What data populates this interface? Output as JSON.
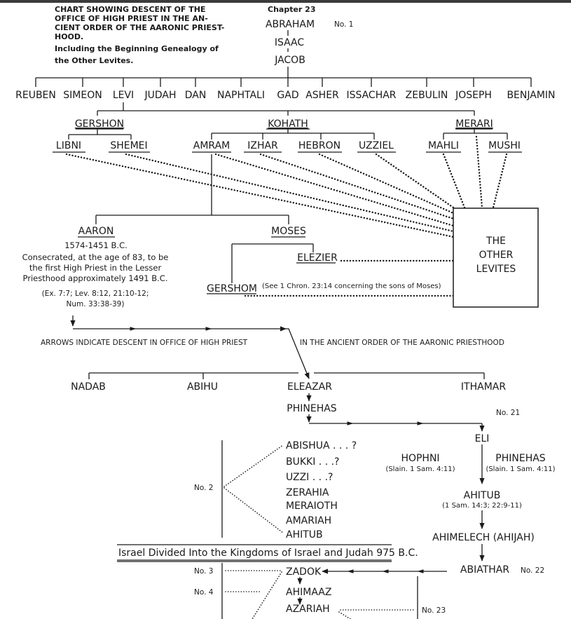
{
  "header": {
    "title_lines": [
      "CHART SHOWING DESCENT OF THE",
      "OFFICE OF HIGH PRIEST IN THE AN-",
      "CIENT ORDER OF THE AARONIC PRIEST-",
      "HOOD."
    ],
    "subtitle_lines": [
      "Including the Beginning Genealogy of",
      "the Other Levites."
    ],
    "chapter": "Chapter 23"
  },
  "patriarchs": {
    "abraham": "ABRAHAM",
    "abraham_number": "No. 1",
    "isaac": "ISAAC",
    "jacob": "JACOB"
  },
  "tribes": [
    "REUBEN",
    "SIMEON",
    "LEVI",
    "JUDAH",
    "DAN",
    "NAPHTALI",
    "GAD",
    "ASHER",
    "ISSACHAR",
    "ZEBULIN",
    "JOSEPH",
    "BENJAMIN"
  ],
  "levi_sons": {
    "gershon": "GERSHON",
    "kohath": "KOHATH",
    "merari": "MERARI"
  },
  "grandsons": {
    "libni": "LIBNI",
    "shemei": "SHEMEI",
    "amram": "AMRAM",
    "izhar": "IZHAR",
    "hebron": "HEBRON",
    "uzziel": "UZZIEL",
    "mahli": "MAHLI",
    "mushi": "MUSHI"
  },
  "other_levites": [
    "THE",
    "OTHER",
    "LEVITES"
  ],
  "aaron": {
    "name": "AARON",
    "dates": "1574-1451 B.C.",
    "description_lines": [
      "Consecrated, at the age of 83, to be",
      "the first High Priest in the Lesser",
      "Priesthood approximately 1491 B.C."
    ],
    "refs_lines": [
      "(Ex. 7:7; Lev. 8:12, 21:10-12;",
      "Num. 33:38-39)"
    ]
  },
  "moses": {
    "name": "MOSES",
    "elezier": "ELEZIER",
    "gershom": "GERSHOM",
    "note": "(See 1 Chron. 23:14 concerning the sons of Moses)"
  },
  "legend": {
    "left": "ARROWS INDICATE DESCENT IN OFFICE OF HIGH PRIEST",
    "right": "IN THE ANCIENT ORDER OF THE AARONIC PRIESTHOOD"
  },
  "aaron_sons": [
    "NADAB",
    "ABIHU",
    "ELEAZAR",
    "ITHAMAR"
  ],
  "phinehas": "PHINEHAS",
  "eli_line": {
    "number_21": "No. 21",
    "eli": "ELI",
    "hophni": "HOPHNI",
    "hophni_note": "(Slain. 1 Sam. 4:11)",
    "phinehas": "PHINEHAS",
    "phinehas_note": "(Slain. 1 Sam. 4:11)",
    "ahitub": "AHITUB",
    "ahitub_note": "(1 Sam. 14:3; 22:9-11)",
    "ahimelech": "AHIMELECH (AHIJAH)",
    "abiathar": "ABIATHAR",
    "number_22": "No. 22"
  },
  "eleazar_line": {
    "number_2": "No. 2",
    "names": [
      "ABISHUA . . . ?",
      "BUKKI . . .?",
      "UZZI . . .?",
      "ZERAHIA",
      "MERAIOTH",
      "AMARIAH",
      "AHITUB"
    ]
  },
  "division_banner": "Israel Divided Into the Kingdoms of Israel and Judah 975 B.C.",
  "later_line": {
    "number_3": "No. 3",
    "number_4": "No. 4",
    "zadok": "ZADOK",
    "ahimaaz": "AHIMAAZ",
    "azariah": "AZARIAH",
    "number_23": "No. 23"
  }
}
